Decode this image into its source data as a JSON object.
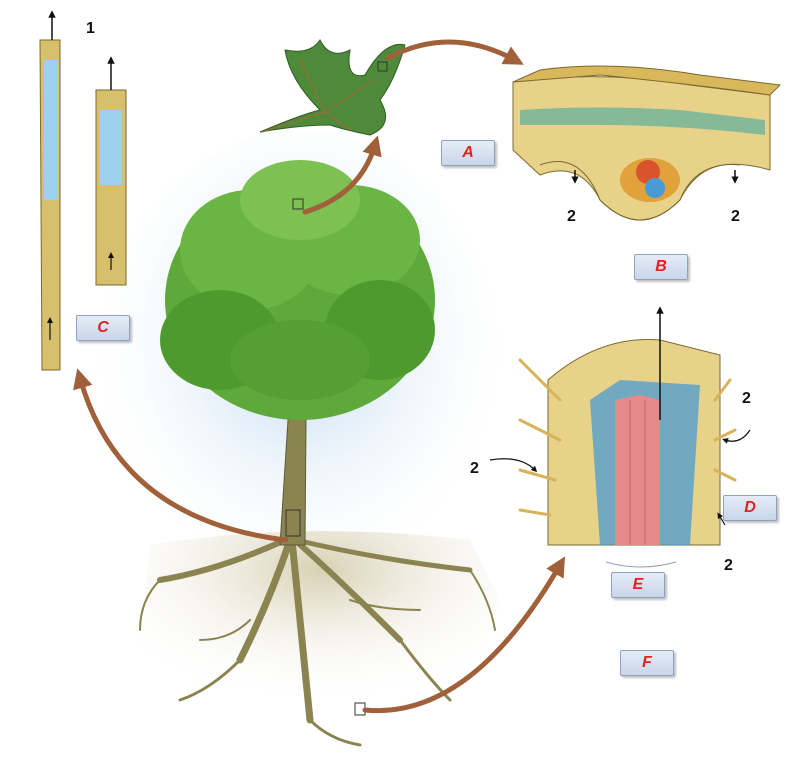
{
  "labels": {
    "A": "A",
    "B": "B",
    "C": "C",
    "D": "D",
    "E": "E",
    "F": "F"
  },
  "numbers": {
    "one": "1",
    "two": "2"
  },
  "colors": {
    "label_text": "#e0231e",
    "label_box": "#d3deee",
    "flow_arrow": "#a0603a",
    "foliage": "#5fa83a",
    "trunk": "#8a8450",
    "xylem": "#e58a8a",
    "vessel": "#d7c06b",
    "sky": "#bfd9ee"
  }
}
